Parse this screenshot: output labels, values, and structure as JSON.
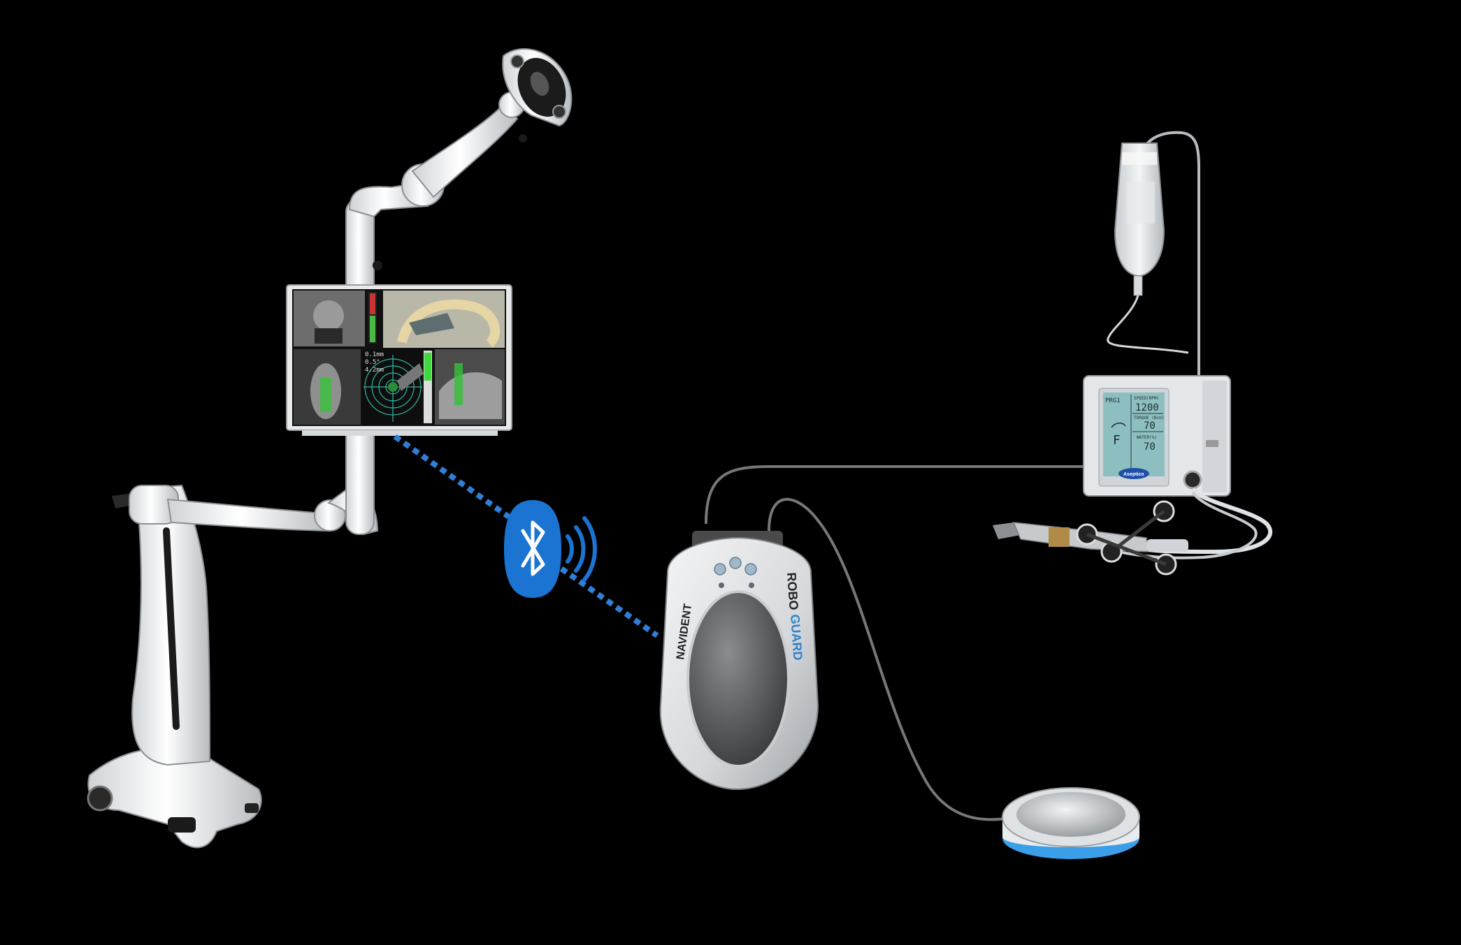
{
  "monitor": {
    "readout_1": "0.1mm",
    "readout_2": "0.5°",
    "readout_3": "4.2mm"
  },
  "motor_unit": {
    "program": "PRG1",
    "speed_label": "SPEED(RPM)",
    "speed_value": "1200",
    "torque_label": "TORQUE (Ncm)",
    "torque_value": "70",
    "water_label": "WATER(%)",
    "water_value": "70",
    "mode_letter": "F",
    "brand": "Aseptico"
  },
  "controller": {
    "brand_left": "NAVIDENT",
    "brand_right_1": "ROBO",
    "brand_right_2": "GUARD"
  },
  "colors": {
    "bluetooth": "#1b74d2",
    "link_dots": "#2f7fd6",
    "pedal_ring": "#3a9ee8"
  },
  "icons": {
    "wireless": "bluetooth-icon"
  }
}
